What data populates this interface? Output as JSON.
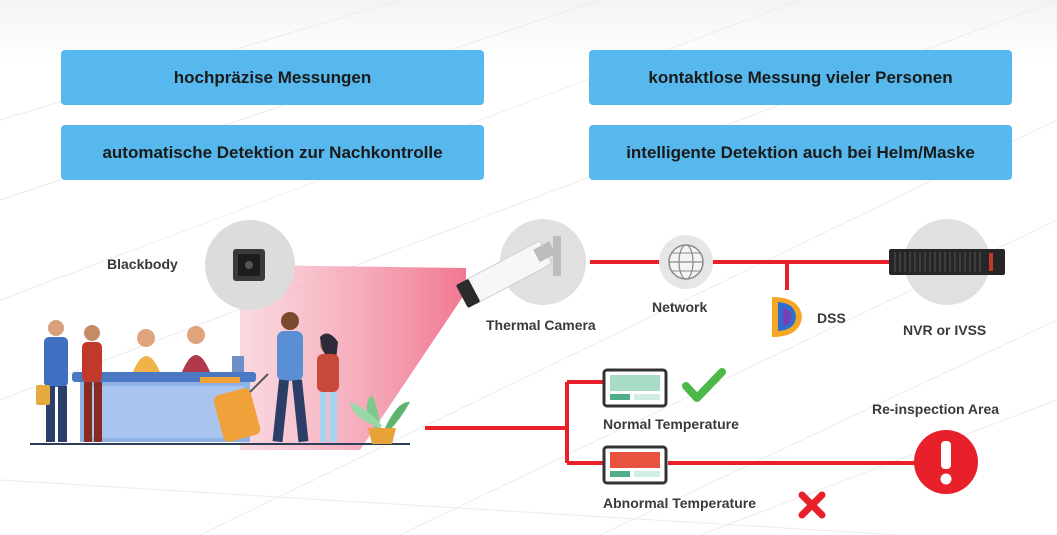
{
  "features": {
    "f1": "hochpräzise Messungen",
    "f2": "kontaktlose Messung vieler Personen",
    "f3": "automatische Detektion zur Nachkontrolle",
    "f4": "intelligente Detektion auch bei Helm/Maske"
  },
  "labels": {
    "blackbody": "Blackbody",
    "thermal_camera": "Thermal Camera",
    "network": "Network",
    "dss": "DSS",
    "nvr": "NVR or IVSS",
    "normal": "Normal Temperature",
    "abnormal": "Abnormal Temperature",
    "reinspection": "Re-inspection Area"
  },
  "colors": {
    "feature_box": "#56b8ec",
    "line_red": "#e8202a",
    "check_green": "#4cb848",
    "cross_red": "#e8202a",
    "beam_pink": "#f08da0",
    "circle_grey": "#e0e0e0"
  },
  "icons": {
    "blackbody": "blackbody-device-icon",
    "camera": "thermal-camera-icon",
    "network": "globe-icon",
    "dss": "dss-logo-icon",
    "nvr": "nvr-rack-icon",
    "normal_screen": "monitor-normal-icon",
    "abnormal_screen": "monitor-abnormal-icon",
    "check": "check-icon",
    "cross": "cross-icon",
    "alert": "exclamation-alert-icon"
  }
}
